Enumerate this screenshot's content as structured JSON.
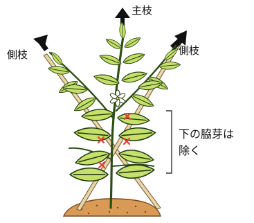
{
  "labels": {
    "main_branch": "主枝",
    "side_branch_left": "側枝",
    "side_branch_right": "側枝",
    "remove_note_line1": "下の脇芽は",
    "remove_note_line2": "除く"
  },
  "colors": {
    "leaf_fill": "#c6e06a",
    "leaf_outline": "#1f3a10",
    "stem": "#2c4f14",
    "stake": "#e8d6a8",
    "soil": "#d99a55",
    "cut_mark": "#e53935",
    "arrow": "#111111"
  }
}
